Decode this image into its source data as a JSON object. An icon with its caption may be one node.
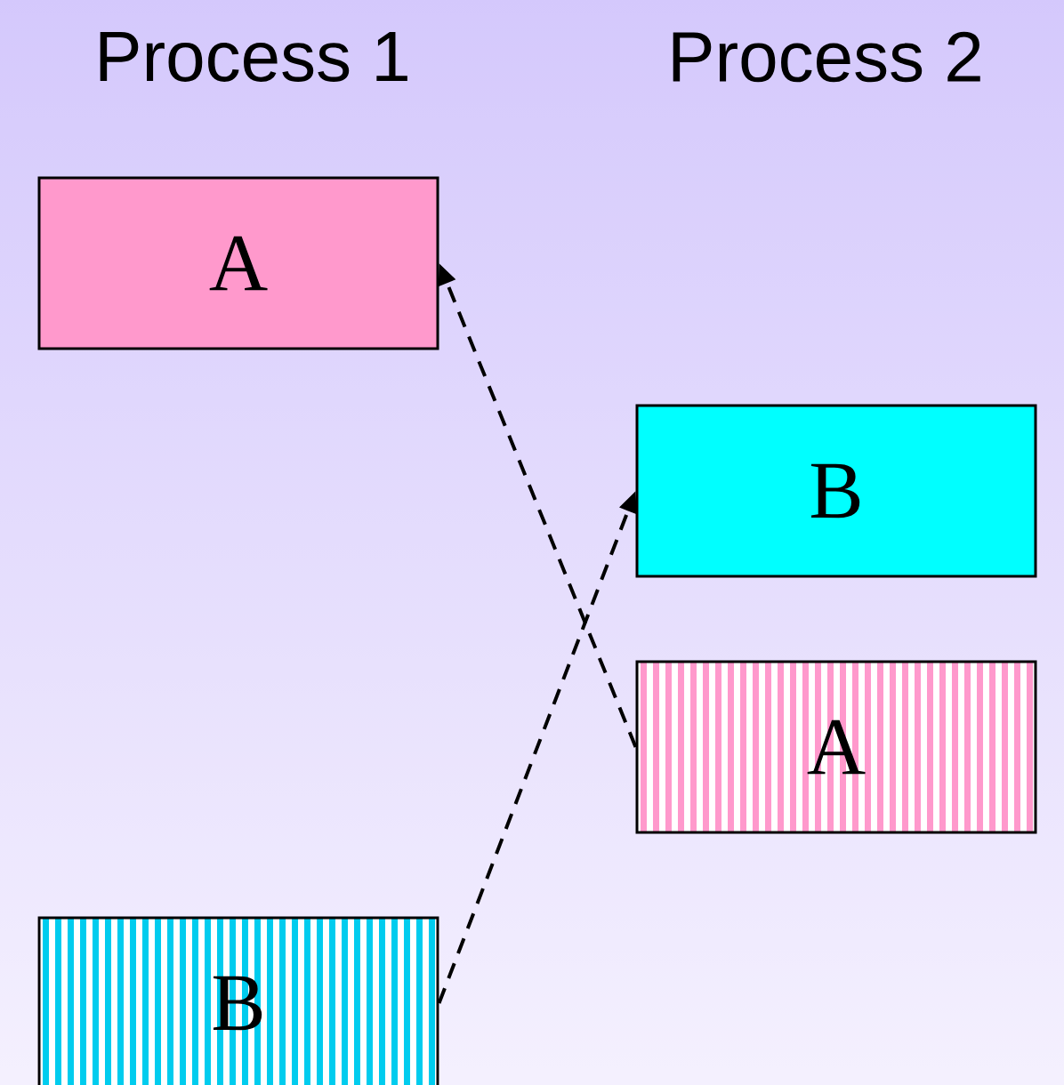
{
  "diagram": {
    "nodes": [
      {
        "text": [
          "A"
        ]
      },
      {
        "text": [
          "B"
        ]
      },
      {
        "text": [
          "A"
        ]
      },
      {
        "text": [
          "B"
        ]
      }
    ],
    "edges": [
      {
        "from": 2,
        "to": 0,
        "arrow": "to",
        "style": "dashed"
      },
      {
        "from": 3,
        "to": 1,
        "arrow": "to",
        "style": "dashed"
      }
    ],
    "labels": [
      "Process 1",
      "Process 2"
    ]
  }
}
